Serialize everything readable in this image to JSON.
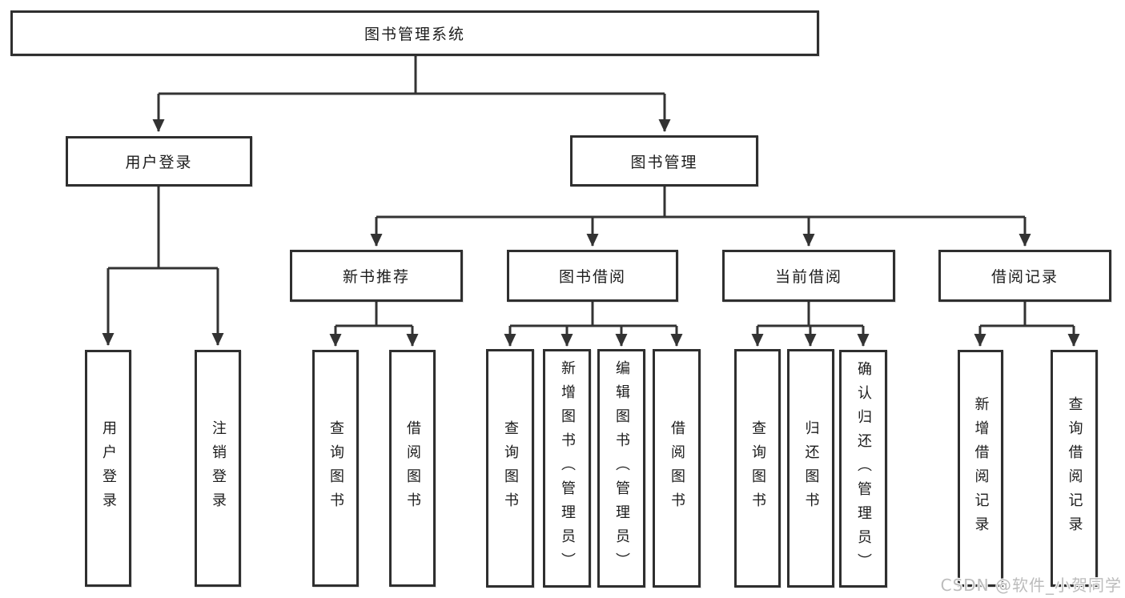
{
  "diagram": {
    "title_node": "图书管理系统",
    "user_branch": {
      "label": "用户登录",
      "children": [
        "用户登录",
        "注销登录"
      ]
    },
    "management_branch": {
      "label": "图书管理",
      "groups": [
        {
          "label": "新书推荐",
          "children": [
            "查询图书",
            "借阅图书"
          ]
        },
        {
          "label": "图书借阅",
          "children": [
            "查询图书",
            "新增图书（管理员）",
            "编辑图书（管理员）",
            "借阅图书"
          ]
        },
        {
          "label": "当前借阅",
          "children": [
            "查询图书",
            "归还图书",
            "确认归还（管理员）"
          ]
        },
        {
          "label": "借阅记录",
          "children": [
            "新增借阅记录",
            "查询借阅记录"
          ]
        }
      ]
    },
    "style": {
      "line_color": "#333333",
      "box_border_color": "#2f2f2f",
      "text_color": "#1c1c1c",
      "background_color": "#ffffff"
    }
  },
  "watermark": {
    "text": "CSDN @软件_小贺同学",
    "color": "#bcbcbc"
  }
}
